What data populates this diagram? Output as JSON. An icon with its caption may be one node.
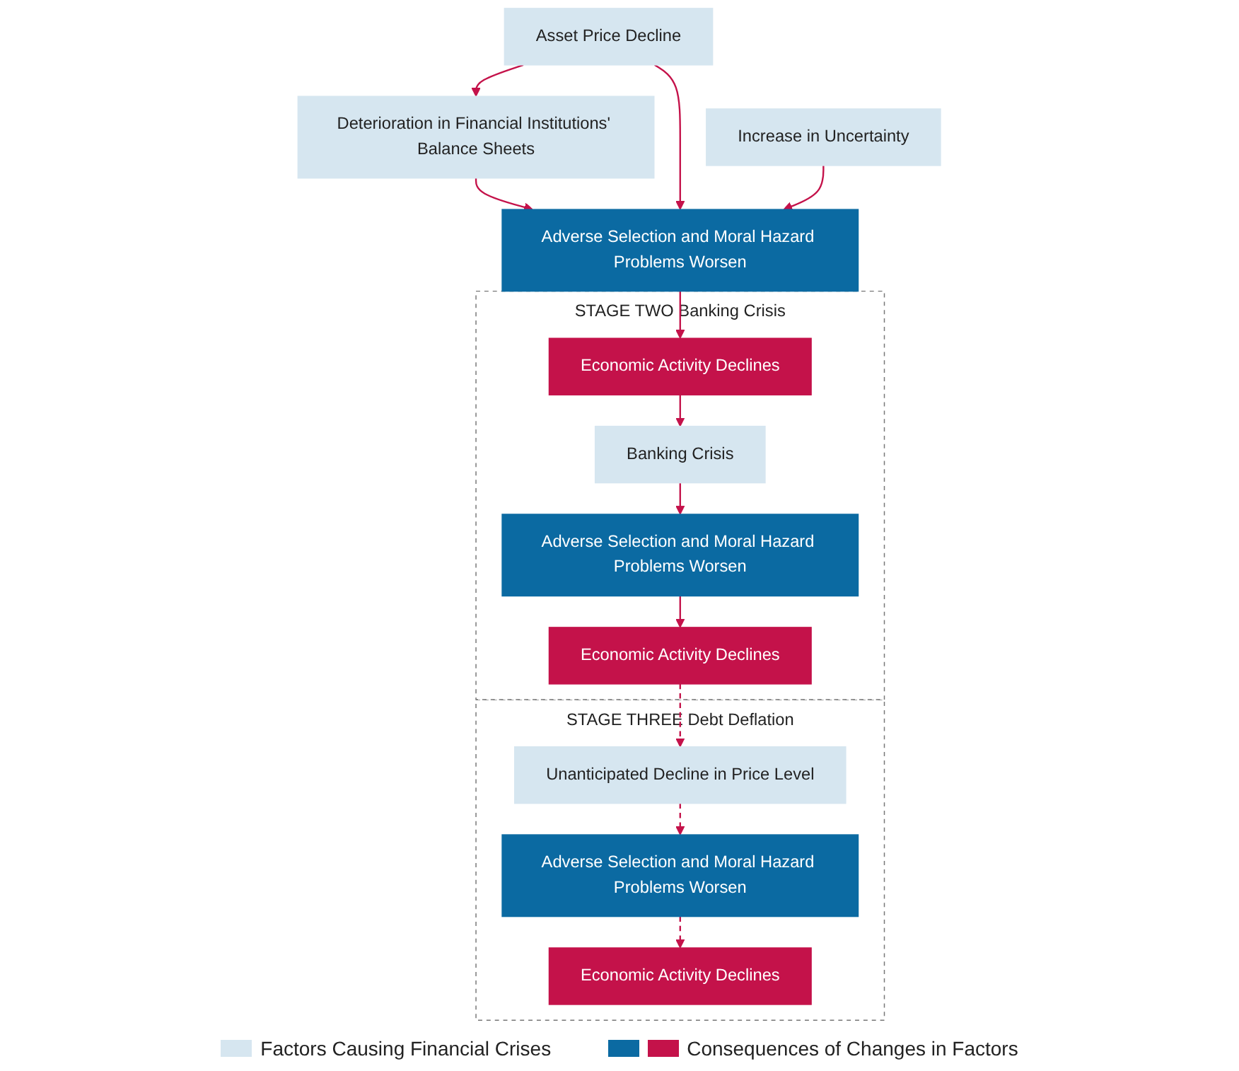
{
  "diagram": {
    "nodes": [
      {
        "text": [
          "Deterioration in Financial Institutions' Balance Sheets"
        ]
      },
      {
        "text": [
          "Asset Price Decline"
        ]
      },
      {
        "text": [
          "Increase in Uncertainty"
        ]
      },
      {
        "text": [
          "Adverse Selection and Moral Hazard Problems Worsen"
        ]
      },
      {
        "text": [
          "STAGE TWO Banking Crisis"
        ]
      },
      {
        "text": [
          "Economic Activity Declines"
        ],
        "in": 4
      },
      {
        "text": [
          "Banking Crisis"
        ],
        "in": 4
      },
      {
        "text": [
          "Adverse Selection and Moral Hazard Problems Worsen"
        ],
        "in": 4
      },
      {
        "text": [
          "Economic Activity Declines"
        ],
        "in": 4
      },
      {
        "text": [
          "STAGE THREE Debt Deflation"
        ]
      },
      {
        "text": [
          "Unanticipated Decline in Price Level"
        ],
        "in": 9
      },
      {
        "text": [
          "Adverse Selection and Moral Hazard Problems Worsen"
        ],
        "in": 9
      },
      {
        "text": [
          "Economic Activity Declines"
        ],
        "in": 9
      }
    ],
    "edges": [
      {
        "from": 1,
        "to": 0,
        "arrow": "to"
      },
      {
        "from": 0,
        "to": 3,
        "arrow": "to"
      },
      {
        "from": 1,
        "to": 3,
        "arrow": "to"
      },
      {
        "from": 2,
        "to": 3,
        "arrow": "to"
      },
      {
        "from": 3,
        "to": 5,
        "arrow": "to"
      },
      {
        "from": 5,
        "to": 6,
        "arrow": "to"
      },
      {
        "from": 6,
        "to": 7,
        "arrow": "to"
      },
      {
        "from": 7,
        "to": 8,
        "arrow": "to"
      },
      {
        "from": 8,
        "to": 10,
        "arrow": "to",
        "style": "dashed"
      },
      {
        "from": 10,
        "to": 11,
        "arrow": "to",
        "style": "dashed"
      },
      {
        "from": 11,
        "to": 12,
        "arrow": "to",
        "style": "dashed"
      }
    ],
    "legend": [
      {
        "text": "Factors Causing Financial Crises",
        "color": "#d6e6f0"
      },
      {
        "text": "Consequences of Changes in Factors",
        "color": "#c4124a"
      }
    ]
  }
}
